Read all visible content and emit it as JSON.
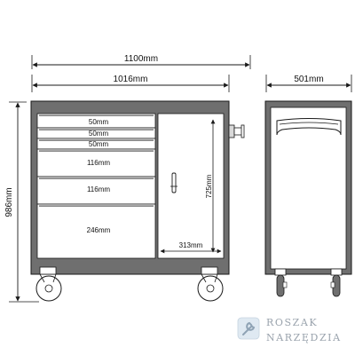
{
  "dimensions": {
    "total_width": "1100mm",
    "body_width": "1016mm",
    "depth": "501mm",
    "height": "986mm"
  },
  "drawers": [
    {
      "label": "50mm"
    },
    {
      "label": "50mm"
    },
    {
      "label": "50mm"
    },
    {
      "label": "116mm"
    },
    {
      "label": "116mm"
    },
    {
      "label": "246mm"
    }
  ],
  "door": {
    "height_label": "725mm",
    "width_label": "313mm"
  },
  "watermark": {
    "line1": "ROSZAK",
    "line2": "NARZĘDZIA",
    "icon": "wrench-icon"
  },
  "colors": {
    "cabinet": "#6f6f6f",
    "line": "#1a1a1a",
    "watermark": "#9aa3ad",
    "watermark_badge": "#dfe9f2"
  }
}
